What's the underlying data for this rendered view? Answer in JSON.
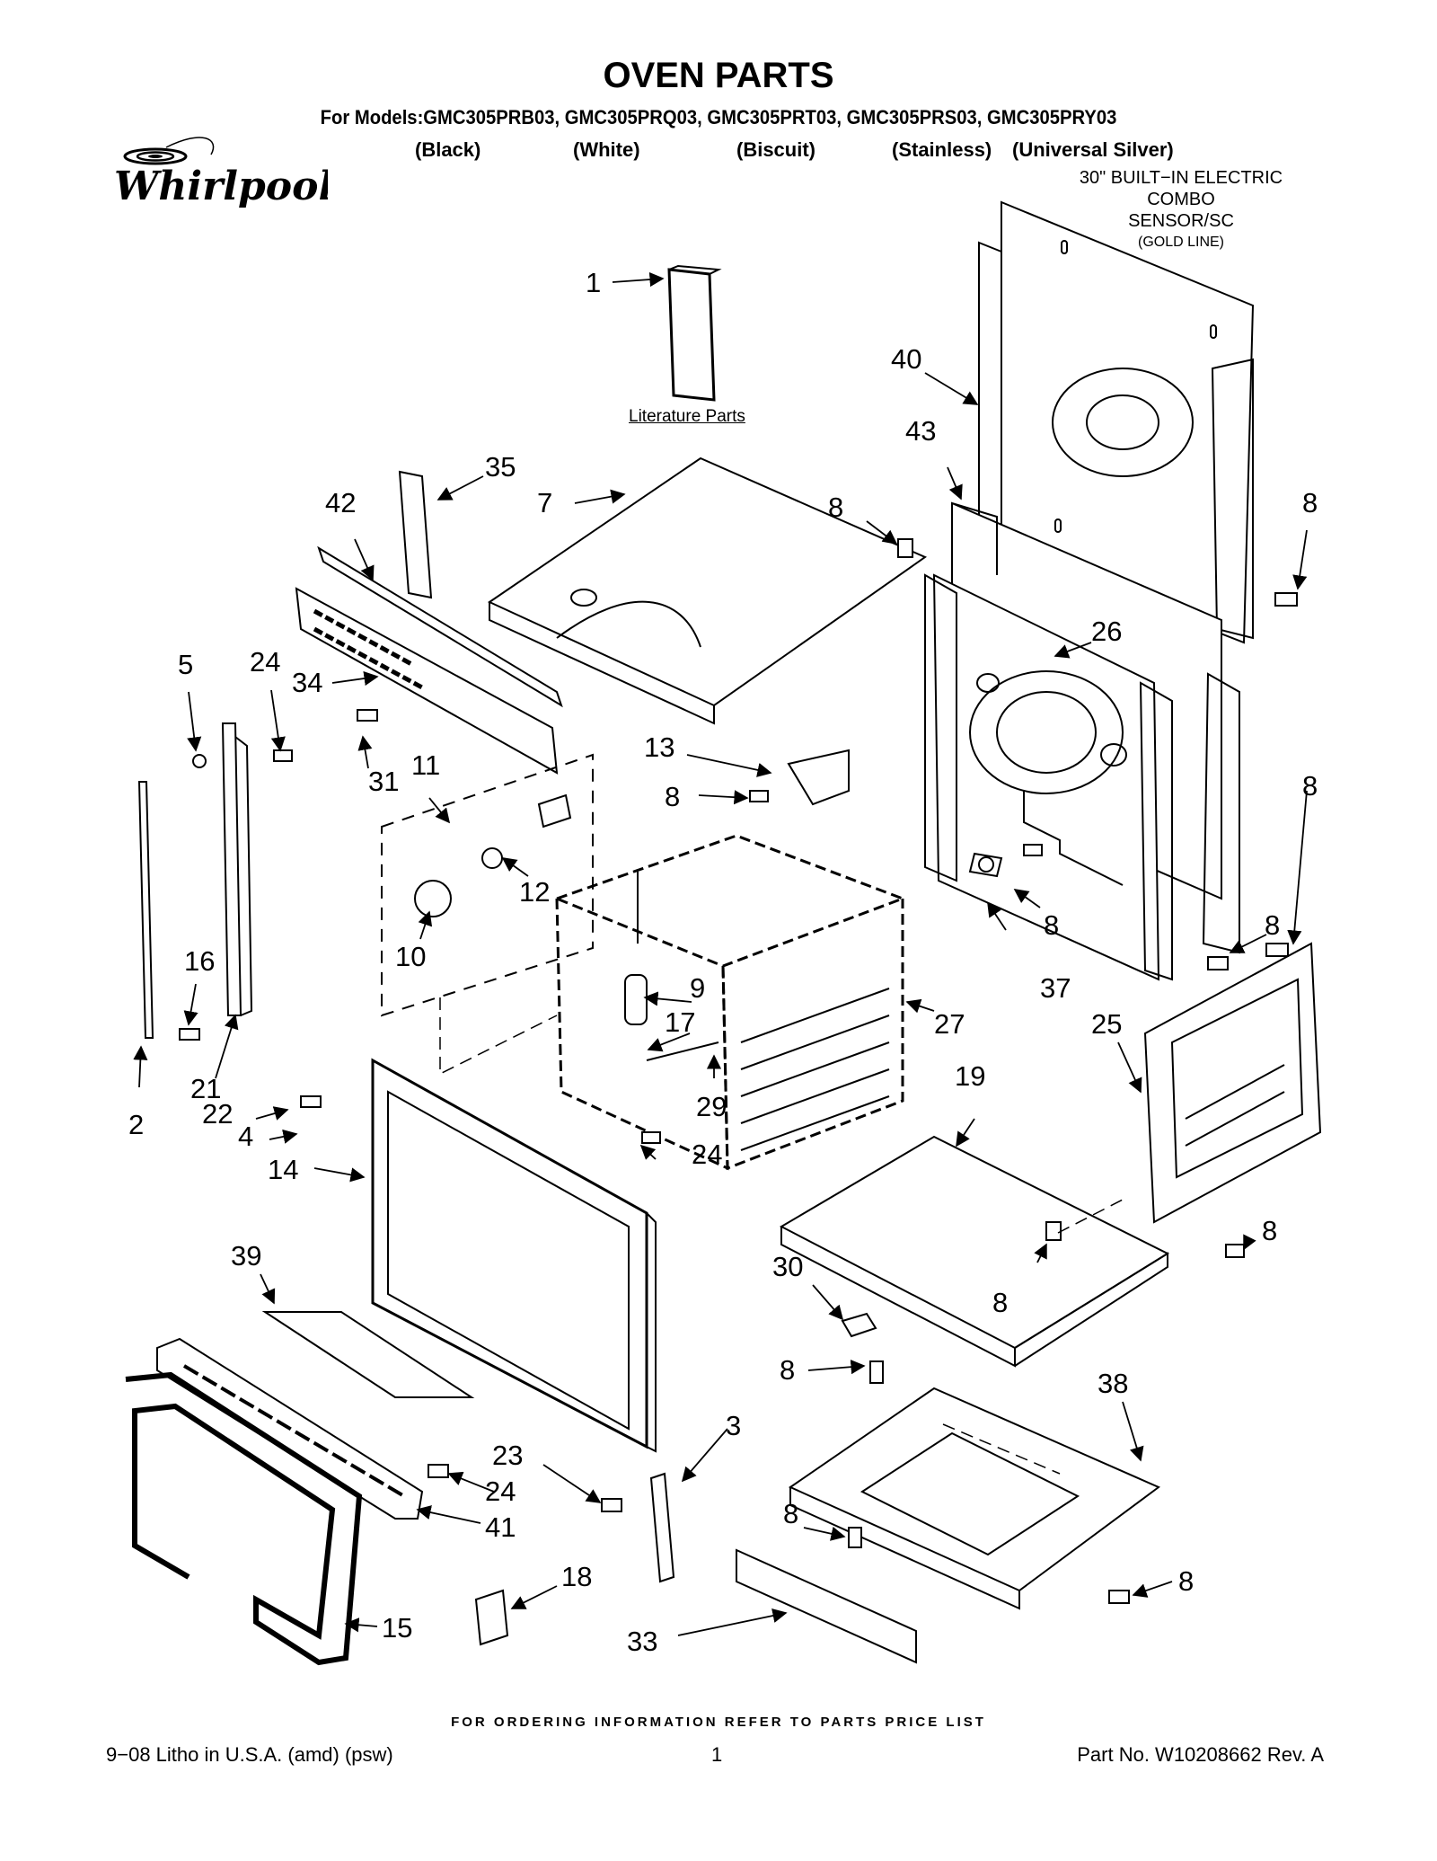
{
  "header": {
    "title": "OVEN PARTS",
    "models": "For Models:GMC305PRB03, GMC305PRQ03, GMC305PRT03, GMC305PRS03, GMC305PRY03",
    "colors": [
      "(Black)",
      "(White)",
      "(Biscuit)",
      "(Stainless)",
      "(Universal Silver)"
    ],
    "brand": "Whirlpool",
    "spec_lines": [
      "30\" BUILT−IN ELECTRIC",
      "COMBO",
      "SENSOR/SC",
      "(GOLD LINE)"
    ]
  },
  "diagram": {
    "literature_label": "Literature Parts",
    "callouts": [
      "1",
      "40",
      "35",
      "7",
      "42",
      "43",
      "8",
      "8",
      "26",
      "5",
      "24",
      "34",
      "31",
      "11",
      "13",
      "8",
      "8",
      "12",
      "10",
      "16",
      "9",
      "8",
      "8",
      "37",
      "17",
      "27",
      "25",
      "21",
      "29",
      "19",
      "22",
      "2",
      "4",
      "24",
      "14",
      "8",
      "39",
      "30",
      "8",
      "8",
      "38",
      "3",
      "23",
      "24",
      "41",
      "8",
      "8",
      "18",
      "15",
      "33"
    ]
  },
  "footer": {
    "ordering": "FOR ORDERING INFORMATION REFER TO PARTS PRICE LIST",
    "left": "9−08 Litho in U.S.A. (amd) (psw)",
    "page": "1",
    "right": "Part No. W10208662 Rev. A"
  }
}
